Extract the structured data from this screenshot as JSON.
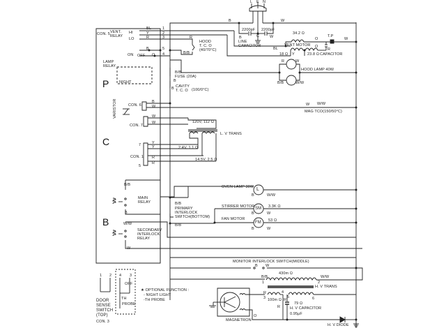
{
  "diagram": {
    "title": "",
    "type": "microwave oven wiring schematic",
    "plug": {
      "pins": [
        "L",
        "E",
        "N"
      ]
    },
    "sections": [
      "P",
      "C",
      "B"
    ],
    "line_filter": {
      "cap1": "2200pF",
      "cap2": "2200pF",
      "center_label": "C",
      "label_line1": "LINE",
      "label_line2": "CAPACITOR",
      "wire_left": "B",
      "wire_left2": "B",
      "wire_right": "W",
      "ground_label": "W"
    },
    "vent_motor": {
      "label": "VENT MOTOR",
      "r_top": "34.2 Ω",
      "r_left": "18 Ω",
      "r_right": "23.8 Ω",
      "wire_bl": "BL",
      "wire_y": "Y",
      "wire_o1": "O",
      "wire_o2": "O",
      "wire_r": "R",
      "tp_label": "T.P",
      "wire_w": "W",
      "capacitor_label": "CAPACITOR"
    },
    "hood_lamp": {
      "label": "HOOD LAMP 40W",
      "wire_r": "R",
      "wire_w": "W",
      "wire_bb": "B/B",
      "wire_ww": "W/W"
    },
    "con5": {
      "label": "CON. 5",
      "vent_relay": "VENT.\nRELAY",
      "hi": "HI",
      "lo": "LO",
      "on": "ON",
      "off": "OFF",
      "lamp_relay": "LAMP\nRELAY",
      "night": "NIGHT",
      "pins": [
        "1",
        "2",
        "3",
        "5",
        "4"
      ],
      "wires": [
        "BL",
        "Y",
        "R",
        "B",
        "O"
      ]
    },
    "hood_tco": {
      "label": "HOOD\nT. C. O\n(40/70°C)",
      "wire_r": "R",
      "wire_bb": "B/B"
    },
    "fuse": {
      "label": "FUSE (20A)",
      "wire": "B/B"
    },
    "cavity_tco": {
      "label": "CAVITY\nT. C. O",
      "temp": "(100/0°C)",
      "wire_b": "B",
      "wire_b2": "B"
    },
    "varistor": {
      "label": "VARISTOR"
    },
    "con6": {
      "label": "CON. 6",
      "wires": [
        "B",
        "W"
      ]
    },
    "mag_tco": {
      "label": "MAG TCO(150/50°C)",
      "wire_w": "W",
      "wire_ww": "W/W"
    },
    "con7": {
      "label": "CON. 7",
      "wires": [
        "W",
        "W"
      ]
    },
    "lv_trans": {
      "label": "L. V TRANS",
      "primary": "120V, 112 Ω",
      "sec1": "2.4V, 1.1 Ω",
      "sec2": "14.5V, 2.5 Ω"
    },
    "con1": {
      "label": "CON. 1",
      "pin_top": "7",
      "pin_bottom": "5",
      "wires": [
        "Y",
        "Y",
        "R",
        "R"
      ]
    },
    "main_relay": {
      "label": "MAIN\nRELAY",
      "wire_top": "B/B",
      "wire_bottom": "B"
    },
    "secondary_relay": {
      "label": "SECONDARY\nINTERLOCK\nRELAY",
      "wire_top": "W/W",
      "wire_bottom": "W"
    },
    "primary_switch": {
      "label": "PRIMARY\nINTERLOCK\nSWITCH(BOTTOM)",
      "wire_top": "B/B",
      "wire_bottom": "B/B"
    },
    "oven_lamp": {
      "label": "OVEN LAMP 30W",
      "wire_left": "B",
      "wire_right": "W/W",
      "symbol": "L"
    },
    "stirrer_motor": {
      "label": "STIRRER MOTOR",
      "resistance": "3.3K Ω",
      "wire_left": "B",
      "wire_right": "W",
      "symbol": "SM"
    },
    "fan_motor": {
      "label": "FAN MOTOR",
      "resistance": "53 Ω",
      "wire_left": "B",
      "wire_right": "W",
      "symbol": "FM"
    },
    "monitor_switch": {
      "label": "MONITOR INTERLOCK SWITCH(MIDDLE)",
      "wire_left": "B",
      "wire_right": "W"
    },
    "hv_trans": {
      "label": "H. V TRANS",
      "primary": "430m Ω",
      "wire_left": "B/B",
      "wire_right": "W/W",
      "pin1": "1",
      "pin2": "2",
      "filament": "100m Ω",
      "secondary": "79 Ω",
      "pin3": "3",
      "pin4": "4",
      "pin5": "5",
      "pin6": "6",
      "wire_r1": "R",
      "wire_r2": "R",
      "wire_r3": "R"
    },
    "hv_capacitor": {
      "label": "H. V CAPACITOR",
      "value": "0.95μF"
    },
    "hv_diode": {
      "label": "H. V DIODE"
    },
    "magnetron": {
      "label": "MAGNETRON",
      "wire_o": "O"
    },
    "door_sense": {
      "label": "DOOR\nSENSE\nSWITCH\n(TOP)",
      "con": "CON. 3",
      "pins": [
        "1",
        "2",
        "4",
        "3"
      ],
      "off": "OFF",
      "th": "TH",
      "probe": "PROBE"
    },
    "optional": {
      "title": "★ OPTIONAL FUNCTION :",
      "items": [
        "- NIGHT LIGHT",
        "-TH PROBE"
      ]
    }
  }
}
